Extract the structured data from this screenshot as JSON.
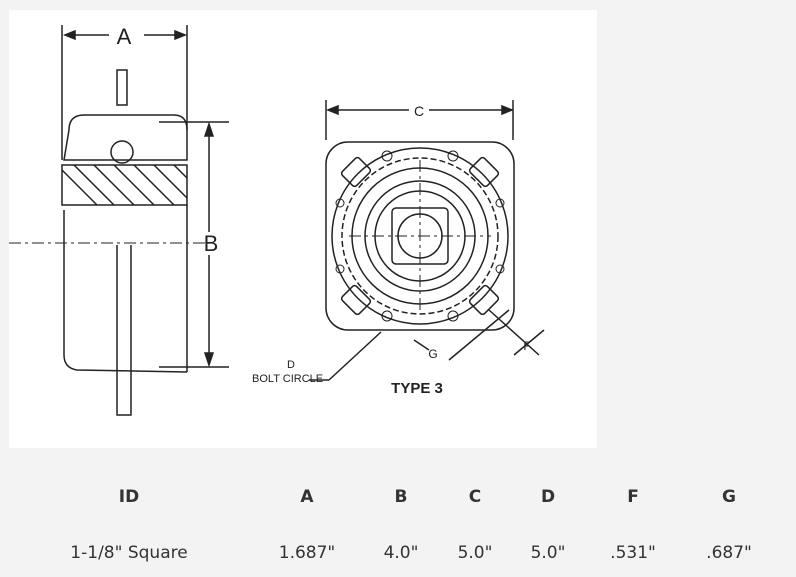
{
  "drawing": {
    "labels": {
      "a": "A",
      "b": "B",
      "c": "C",
      "d": "D",
      "bolt_circle": "BOLT CIRCLE",
      "f": "F",
      "g": "G",
      "type": "TYPE 3"
    }
  },
  "table": {
    "headers": [
      "ID",
      "A",
      "B",
      "C",
      "D",
      "F",
      "G"
    ],
    "rows": [
      [
        "1-1/8\" Square",
        "1.687\"",
        "4.0\"",
        "5.0\"",
        "5.0\"",
        ".531\"",
        ".687\""
      ]
    ]
  }
}
